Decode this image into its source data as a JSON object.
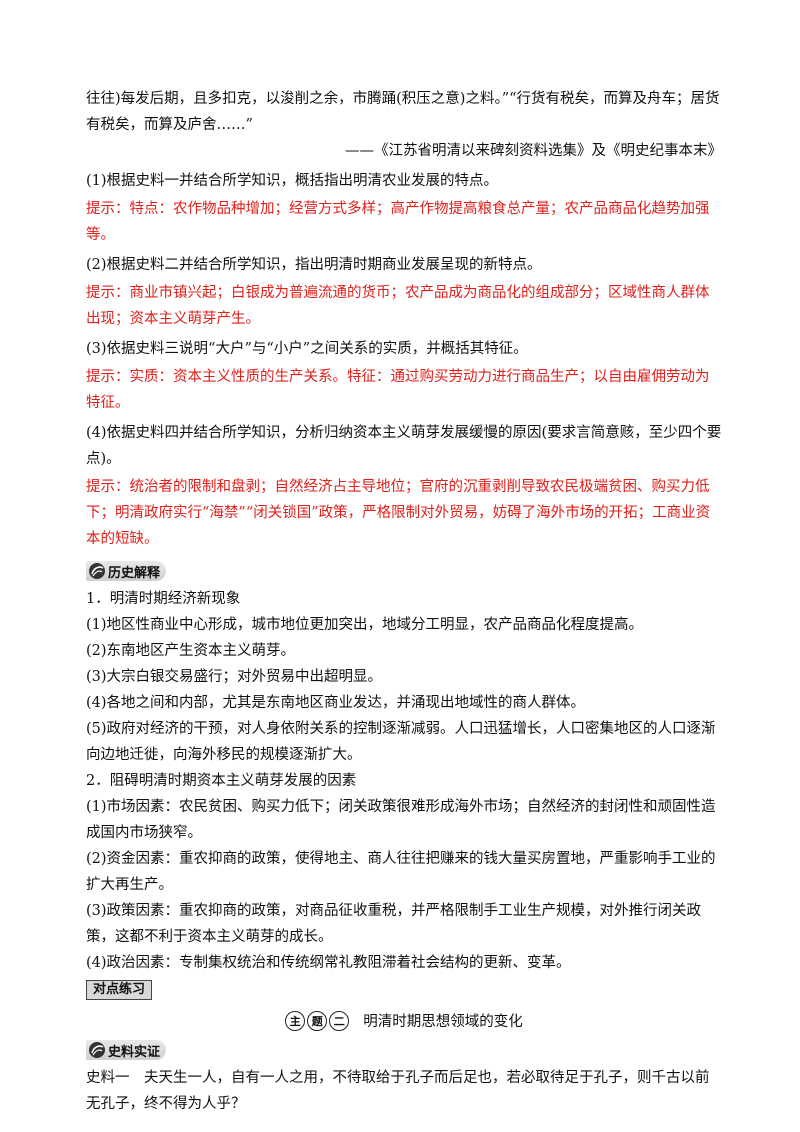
{
  "top": {
    "para1": "往往)每发后期，且多扣克，以浚削之余，市腾踊(积压之意)之料。”“行货有税矣，而算及舟车；居货有税矣，而算及庐舍……”",
    "source": "——《江苏省明清以来碑刻资料选集》及《明史纪事本末》"
  },
  "questions": [
    {
      "q": "(1)根据史料一并结合所学知识，概括指出明清农业发展的特点。",
      "hint": "提示：特点：农作物品种增加；经营方式多样；高产作物提高粮食总产量；农产品商品化趋势加强等。"
    },
    {
      "q": "(2)根据史料二并结合所学知识，指出明清时期商业发展呈现的新特点。",
      "hint": "提示：商业市镇兴起；白银成为普遍流通的货币；农产品成为商品化的组成部分；区域性商人群体出现；资本主义萌芽产生。"
    },
    {
      "q": "(3)依据史料三说明“大户”与“小户”之间关系的实质，并概括其特征。",
      "hint": "提示：实质：资本主义性质的生产关系。特征：通过购买劳动力进行商品生产；以自由雇佣劳动为特征。"
    },
    {
      "q": "(4)依据史料四并结合所学知识，分析归纳资本主义萌芽发展缓慢的原因(要求言简意赅，至少四个要点)。",
      "hint": "提示：统治者的限制和盘剥；自然经济占主导地位；官府的沉重剥削导致农民极端贫困、购买力低下；明清政府实行“海禁”“闭关锁国”政策，严格限制对外贸易，妨碍了海外市场的开拓；工商业资本的短缺。"
    }
  ],
  "history": {
    "label": "历史解释",
    "h1": "1．明清时期经济新现象",
    "items1": [
      "(1)地区性商业中心形成，城市地位更加突出，地域分工明显，农产品商品化程度提高。",
      "(2)东南地区产生资本主义萌芽。",
      "(3)大宗白银交易盛行；对外贸易中出超明显。",
      "(4)各地之间和内部，尤其是东南地区商业发达，并涌现出地域性的商人群体。",
      "(5)政府对经济的干预，对人身依附关系的控制逐渐减弱。人口迅猛增长，人口密集地区的人口逐渐向边地迁徙，向海外移民的规模逐渐扩大。"
    ],
    "h2": "2．阻碍明清时期资本主义萌芽发展的因素",
    "items2": [
      "(1)市场因素：农民贫困、购买力低下；闭关政策很难形成海外市场；自然经济的封闭性和顽固性造成国内市场狭窄。",
      "(2)资金因素：重农抑商的政策，使得地主、商人往往把赚来的钱大量买房置地，严重影响手工业的扩大再生产。",
      "(3)政策因素：重农抑商的政策，对商品征收重税，并严格限制手工业生产规模，对外推行闭关政策，这都不利于资本主义萌芽的成长。",
      "(4)政治因素：专制集权统治和传统纲常礼教阻滞着社会结构的更新、变革。"
    ]
  },
  "practice_label": "对点练习",
  "topic": {
    "badge": [
      "主",
      "题",
      "二"
    ],
    "title": "明清时期思想领域的变化"
  },
  "evidence": {
    "label": "史料实证",
    "para": "史料一　夫天生一人，自有一人之用，不待取给于孔子而后足也，若必取待足于孔子，则千古以前无孔子，终不得为人乎？"
  }
}
